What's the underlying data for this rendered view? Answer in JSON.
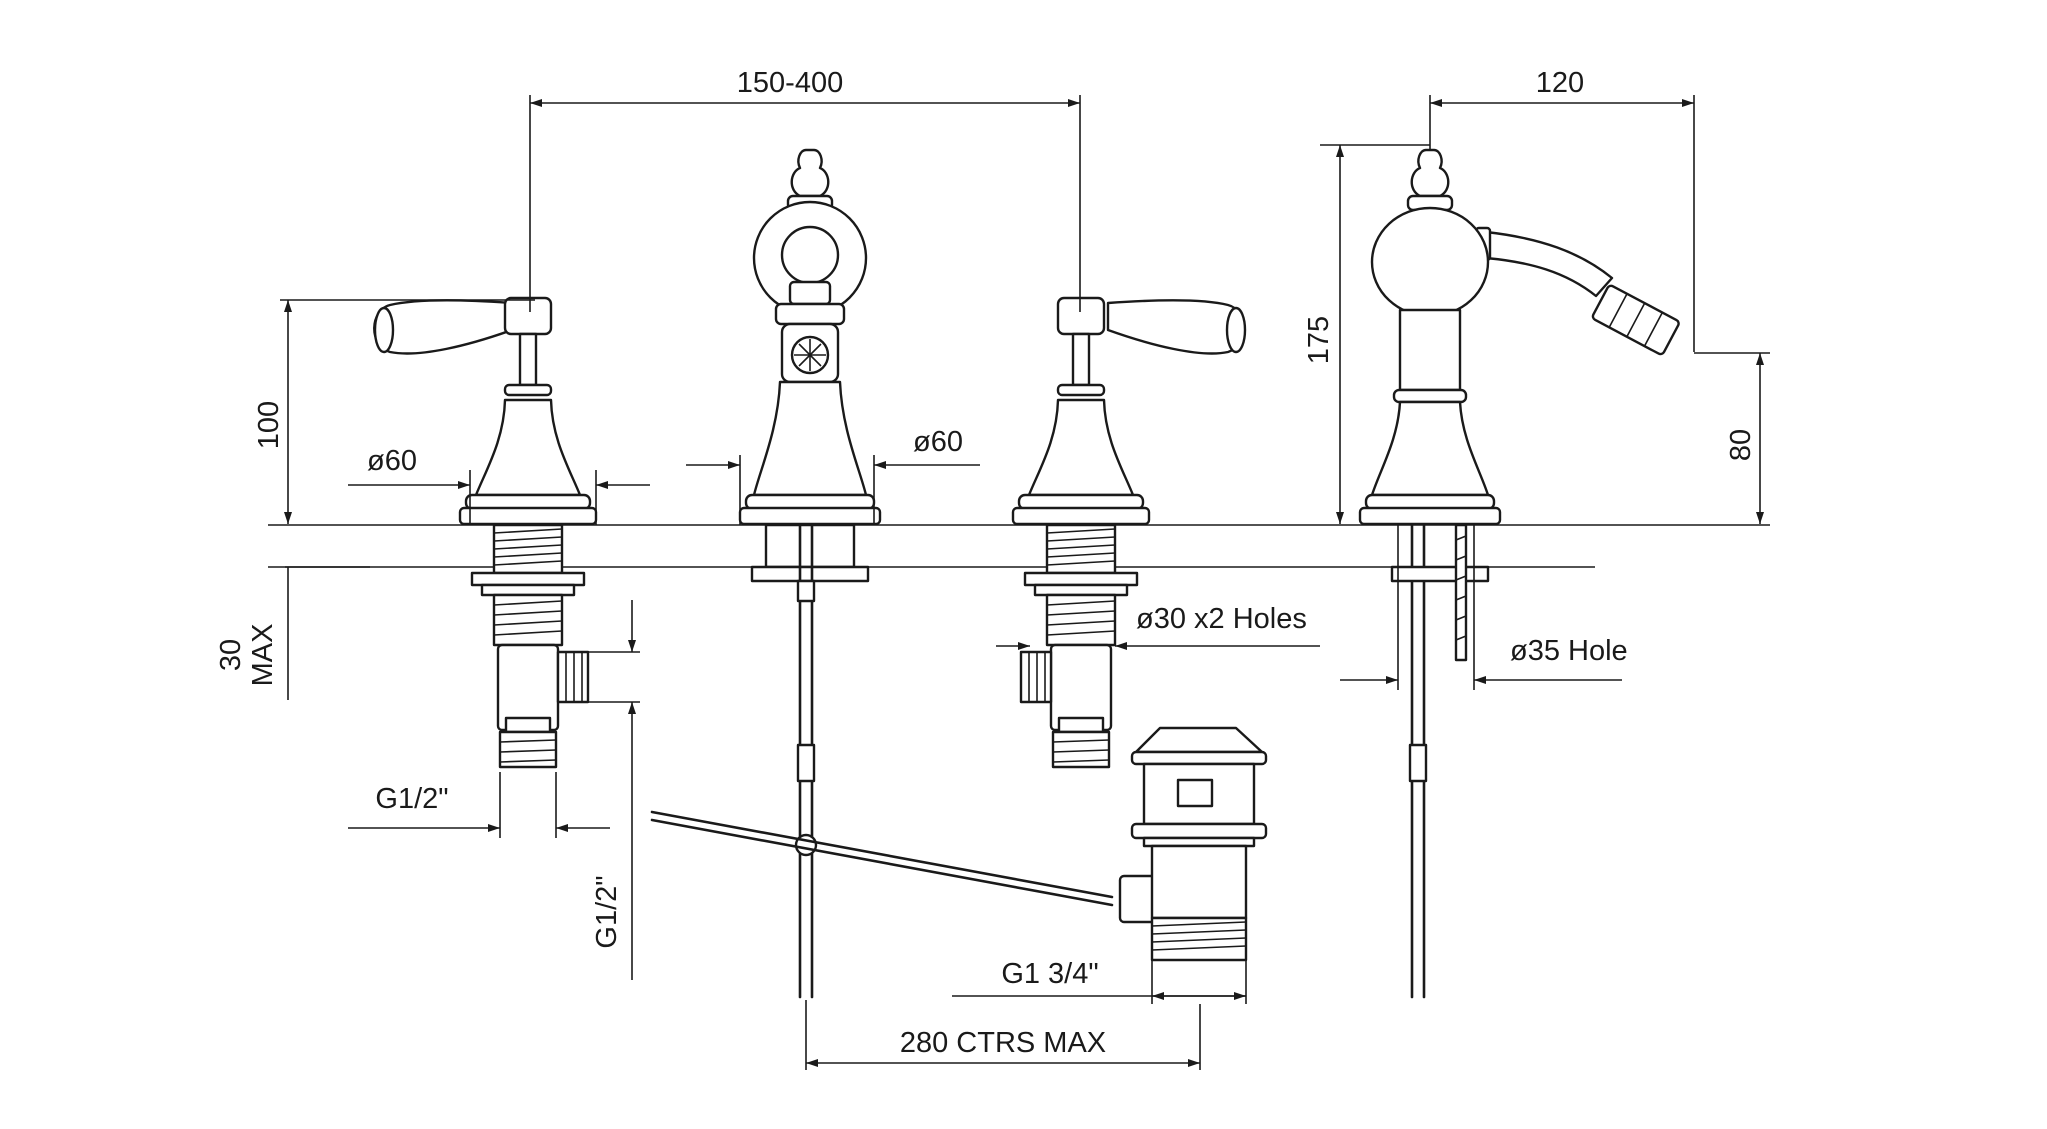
{
  "labels": {
    "spacing": "150-400",
    "spout_projection": "120",
    "height_handle": "100",
    "height_total": "175",
    "height_spout": "80",
    "dia_left": "ø60",
    "dia_right": "ø60",
    "deck_max": "30",
    "deck_max_unit": "MAX",
    "holes_30": "ø30 x2 Holes",
    "hole_35": "ø35 Hole",
    "thread_left_h": "G1/2\"",
    "thread_left_v": "G1/2\"",
    "thread_waste": "G1 3/4\"",
    "centres": "280 CTRS MAX"
  },
  "colors": {
    "ink": "#1a1a1a",
    "background": "#ffffff"
  }
}
